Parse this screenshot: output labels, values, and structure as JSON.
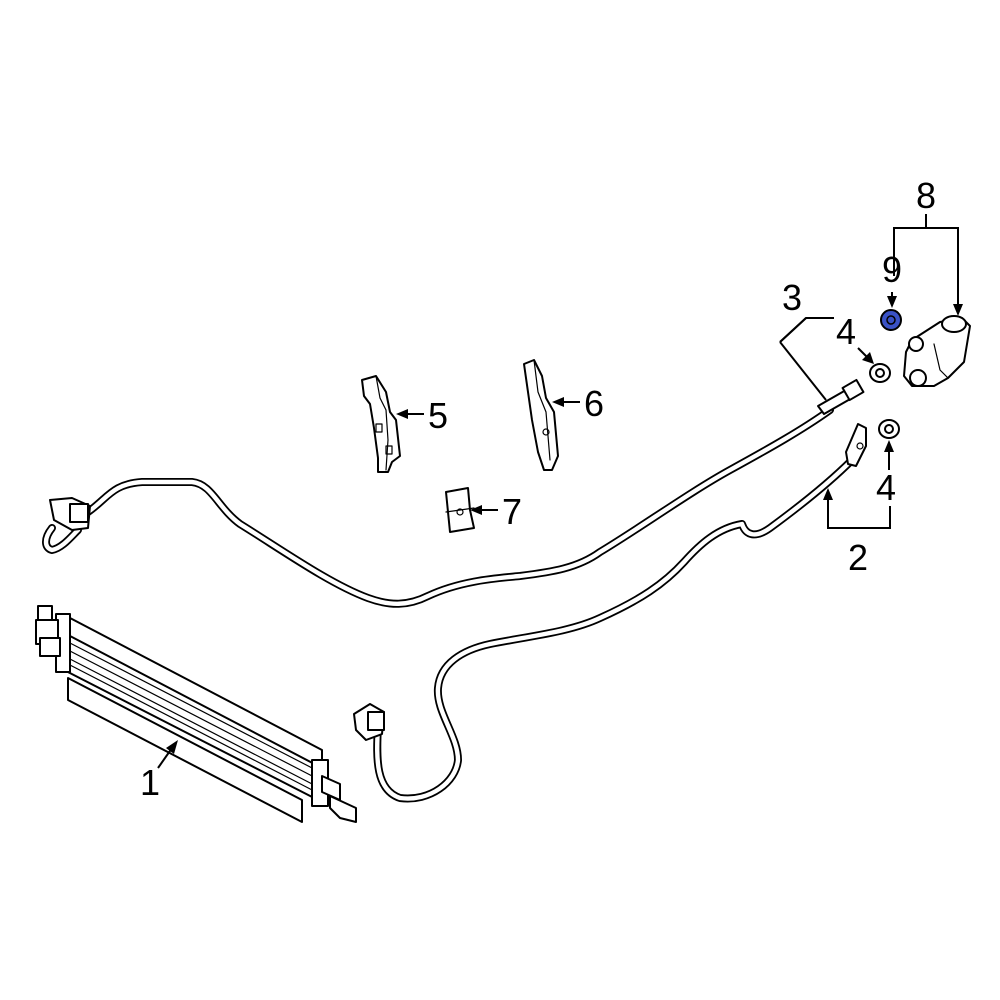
{
  "colors": {
    "background": "#ffffff",
    "linework": "#000000",
    "highlight": "#3a52c6"
  },
  "callouts": [
    {
      "id": "1",
      "label": "1",
      "part": "oil cooler"
    },
    {
      "id": "2",
      "label": "2",
      "part": "return line"
    },
    {
      "id": "3",
      "label": "3",
      "part": "pressure line"
    },
    {
      "id": "4a",
      "label": "4",
      "part": "upper seal washer"
    },
    {
      "id": "4b",
      "label": "4",
      "part": "lower seal washer"
    },
    {
      "id": "5",
      "label": "5",
      "part": "line bracket"
    },
    {
      "id": "6",
      "label": "6",
      "part": "line bracket"
    },
    {
      "id": "7",
      "label": "7",
      "part": "clip"
    },
    {
      "id": "8",
      "label": "8",
      "part": "connector assembly"
    },
    {
      "id": "9",
      "label": "9",
      "part": "o-ring (highlighted)"
    }
  ]
}
